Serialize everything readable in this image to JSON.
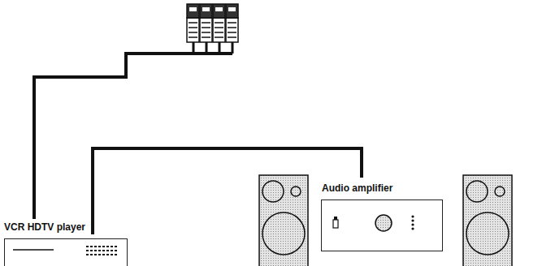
{
  "diagram": {
    "nodes": [
      {
        "text": [
          "VCR HDTV player"
        ]
      },
      {
        "text": [
          "Audio amplifier"
        ]
      }
    ],
    "edges": [
      {
        "from": 0,
        "to": 1,
        "arrow": "none"
      }
    ]
  }
}
